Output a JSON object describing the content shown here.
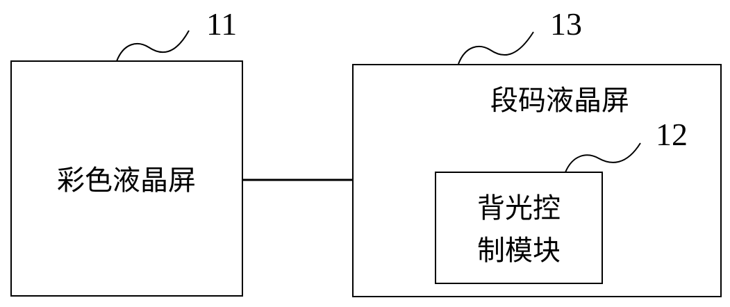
{
  "color_lcd": {
    "label": "彩色液晶屏",
    "ref": "11"
  },
  "segment_lcd": {
    "label": "段码液晶屏",
    "ref": "13"
  },
  "backlight_module": {
    "label_line1": "背光控",
    "label_line2": "制模块",
    "ref": "12"
  }
}
